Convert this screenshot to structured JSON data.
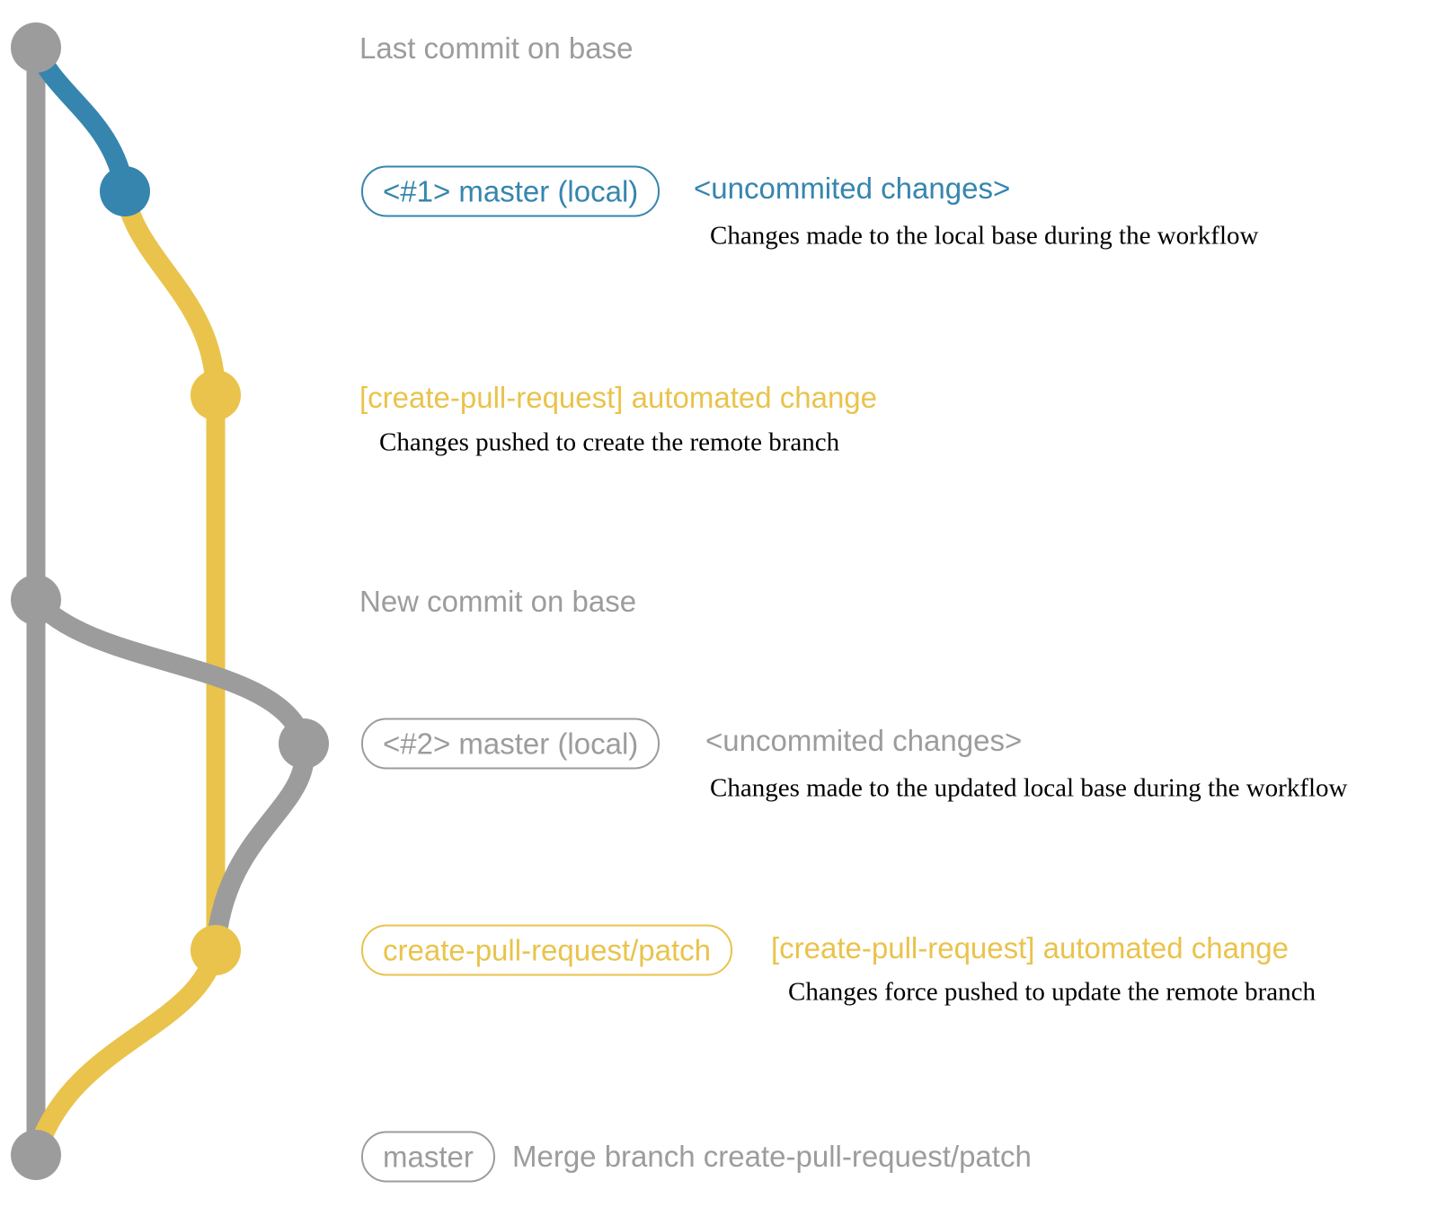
{
  "colors": {
    "gray": "#9c9c9c",
    "blue": "#3685ae",
    "yellow": "#e9c34b",
    "ink": "#000000"
  },
  "graph": {
    "branches": [
      "base",
      "local-master",
      "create-pull-request-patch"
    ],
    "nodes": [
      "last-commit-on-base",
      "local-uncommitted-1",
      "remote-branch-commit-1",
      "new-commit-on-base",
      "local-uncommitted-2",
      "remote-branch-commit-2",
      "merge-commit"
    ]
  },
  "rows": {
    "last_commit": {
      "label": "Last commit on base"
    },
    "local1": {
      "badge": "<#1> master (local)",
      "note": "<uncommited changes>",
      "desc": "Changes made to the local base during the workflow"
    },
    "cpr1": {
      "note": "[create-pull-request] automated change",
      "desc": "Changes pushed to create the remote branch"
    },
    "new_commit": {
      "label": "New commit on base"
    },
    "local2": {
      "badge": "<#2> master (local)",
      "note": "<uncommited changes>",
      "desc": "Changes made to the updated local base during the workflow"
    },
    "cpr2": {
      "badge": "create-pull-request/patch",
      "note": "[create-pull-request] automated change",
      "desc": "Changes force pushed to update the remote branch"
    },
    "merge": {
      "badge": "master",
      "label": "Merge branch create-pull-request/patch"
    }
  }
}
